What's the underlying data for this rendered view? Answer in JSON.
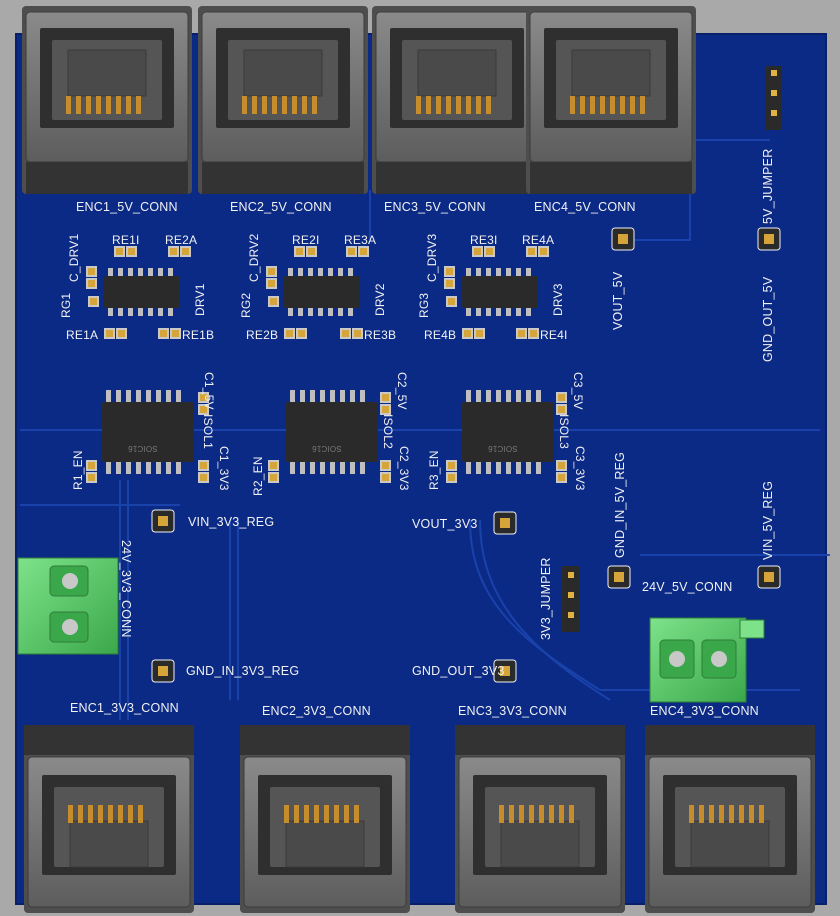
{
  "board": {
    "colors": {
      "background": "#a9a9a9",
      "pcb": "#0b2a86",
      "pcb_dark": "#08206a",
      "trace": "#143a9e",
      "silkscreen": "#f2f2f2",
      "connector_green": "#4dbe5c",
      "pad_gold": "#d6a53a",
      "rj45_body": "#6b6b6b"
    }
  },
  "labels": {
    "enc1_5v": "ENC1_5V_CONN",
    "enc2_5v": "ENC2_5V_CONN",
    "enc3_5v": "ENC3_5V_CONN",
    "enc4_5v": "ENC4_5V_CONN",
    "enc1_3v3": "ENC1_3V3_CONN",
    "enc2_3v3": "ENC2_3V3_CONN",
    "enc3_3v3": "ENC3_3V3_CONN",
    "enc4_3v3": "ENC4_3V3_CONN",
    "re1i": "RE1I",
    "re2a": "RE2A",
    "re2i": "RE2I",
    "re3a": "RE3A",
    "re3i": "RE3I",
    "re4a": "RE4A",
    "c_drv1": "C_DRV1",
    "c_drv2": "C_DRV2",
    "c_drv3": "C_DRV3",
    "rg1": "RG1",
    "rg2": "RG2",
    "rg3": "RG3",
    "drv1": "DRV1",
    "drv2": "DRV2",
    "drv3": "DRV3",
    "re1a": "RE1A",
    "re1b": "RE1B",
    "re2b": "RE2B",
    "re3b": "RE3B",
    "re4b": "RE4B",
    "re4i": "RE4I",
    "c1_5v": "C1_5V",
    "c2_5v": "C2_5V",
    "c3_5v": "C3_5V",
    "isol1": "ISOL1",
    "isol2": "ISOL2",
    "isol3": "ISOL3",
    "c1_3v3": "C1_3V3",
    "c2_3v3": "C2_3V3",
    "c3_3v3": "C3_3V3",
    "r1_en": "R1_EN",
    "r2_en": "R2_EN",
    "r3_en": "R3_EN",
    "soic16": "SOIC16",
    "vout_5v": "VOUT_5V",
    "jumper_5v": "5V_JUMPER",
    "gnd_out_5v": "GND_OUT_5V",
    "gnd_in_5v_reg": "GND_IN_5V_REG",
    "vin_5v_reg": "VIN_5V_REG",
    "conn_24v_5v": "24V_5V_CONN",
    "vin_3v3_reg": "VIN_3V3_REG",
    "vout_3v3": "VOUT_3V3",
    "jumper_3v3": "3V3_JUMPER",
    "conn_24v_3v3": "24V_3V3_CONN",
    "gnd_in_3v3_reg": "GND_IN_3V3_REG",
    "gnd_out_3v3": "GND_OUT_3V3"
  }
}
